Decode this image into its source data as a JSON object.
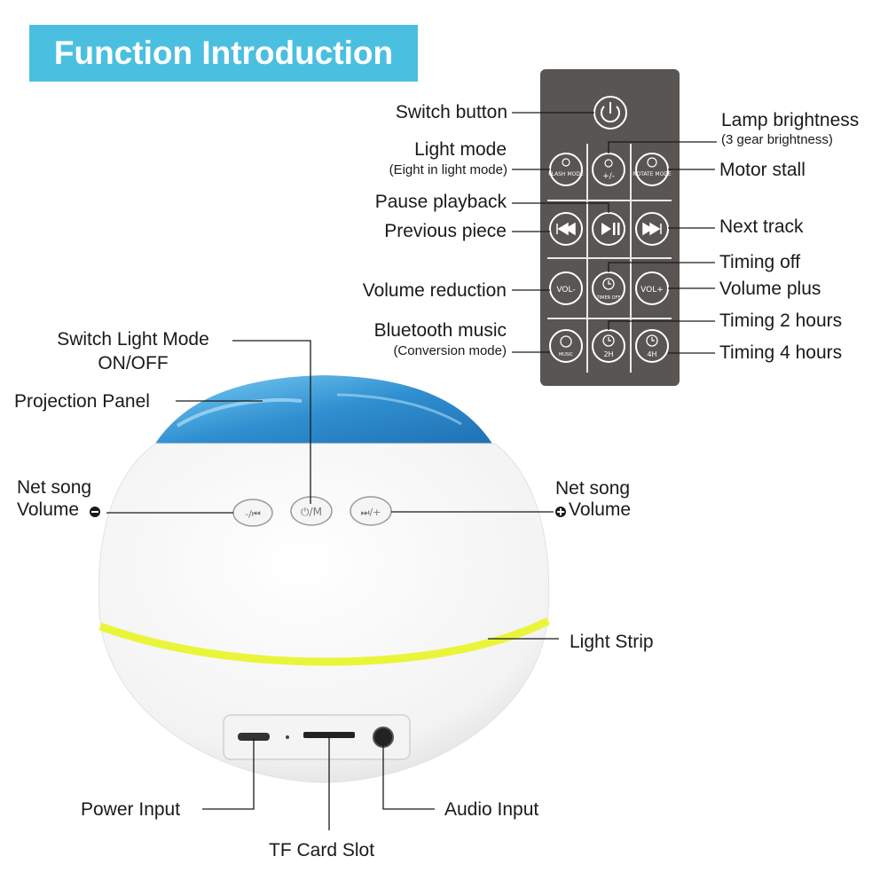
{
  "title": "Function Introduction",
  "remote": {
    "labels": {
      "switch_button": "Switch button",
      "lamp_brightness": "Lamp brightness",
      "lamp_brightness_sub": "(3 gear brightness)",
      "light_mode": "Light mode",
      "light_mode_sub": "(Eight in light mode)",
      "motor_stall": "Motor stall",
      "pause_playback": "Pause playback",
      "previous_piece": "Previous piece",
      "next_track": "Next track",
      "timing_off": "Timing off",
      "volume_reduction": "Volume reduction",
      "volume_plus": "Volume plus",
      "bluetooth_music": "Bluetooth music",
      "bluetooth_music_sub": "(Conversion mode)",
      "timing_2_hours": "Timing 2 hours",
      "timing_4_hours": "Timing 4 hours"
    },
    "buttons": {
      "flash_mode": "FLASH MODE",
      "brightness": "+/-",
      "rotate_mode": "ROTATE MODE",
      "vol_minus": "VOL-",
      "timer_off": "TIMER OFF",
      "vol_plus": "VOL+",
      "music": "MUSIC",
      "two_h": "2H",
      "four_h": "4H"
    }
  },
  "device": {
    "labels": {
      "switch_light_mode": "Switch Light Mode",
      "on_off": "ON/OFF",
      "projection_panel": "Projection Panel",
      "net_song_left": "Net song",
      "volume_left": "Volume",
      "net_song_right": "Net song",
      "volume_right": "Volume",
      "light_strip": "Light Strip",
      "power_input": "Power Input",
      "tf_card_slot": "TF Card Slot",
      "audio_input": "Audio Input"
    },
    "buttons": {
      "left": "-/⏮",
      "center": "⏻/M",
      "right": "⏭/+"
    }
  },
  "colors": {
    "title_bg": "#4bbfe0",
    "remote_body": "#595553",
    "light_strip": "#eaf53a",
    "projection_blue": "#2f8fd0"
  }
}
